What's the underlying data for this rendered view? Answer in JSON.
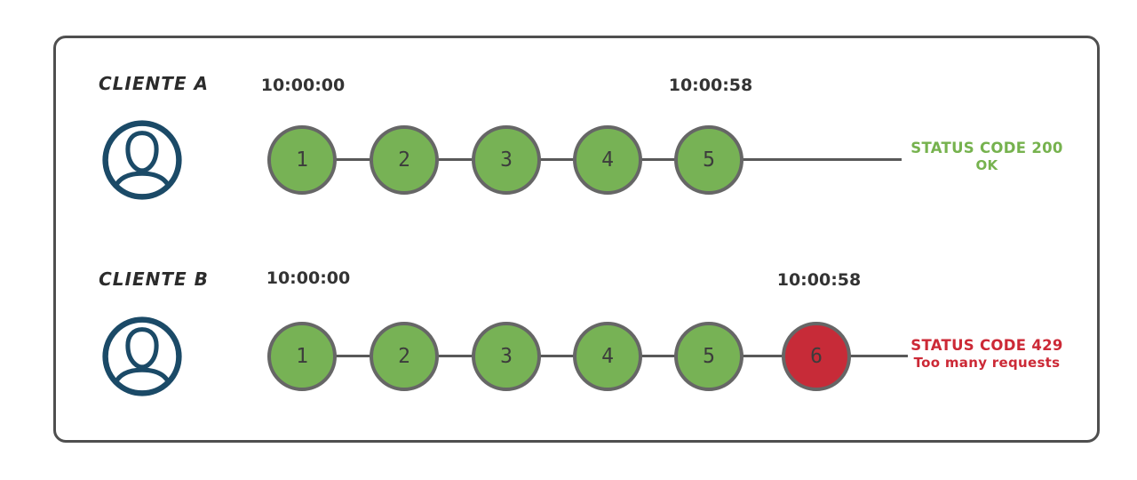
{
  "colors": {
    "success_green": "#77b255",
    "error_red": "#c72b38",
    "avatar_navy": "#1b4a67",
    "line_gray": "#595959",
    "status_green_text": "#76b24e",
    "status_red_text": "#cc2936",
    "text_dark": "#333333"
  },
  "rows": [
    {
      "client_label": "CLIENTE A",
      "start_time": "10:00:00",
      "end_time": "10:00:58",
      "requests": [
        {
          "label": "1",
          "state": "success"
        },
        {
          "label": "2",
          "state": "success"
        },
        {
          "label": "3",
          "state": "success"
        },
        {
          "label": "4",
          "state": "success"
        },
        {
          "label": "5",
          "state": "success"
        }
      ],
      "status_code_line": "STATUS CODE 200",
      "status_text_line": "OK",
      "status_type": "success"
    },
    {
      "client_label": "CLIENTE B",
      "start_time": "10:00:00",
      "end_time": "10:00:58",
      "requests": [
        {
          "label": "1",
          "state": "success"
        },
        {
          "label": "2",
          "state": "success"
        },
        {
          "label": "3",
          "state": "success"
        },
        {
          "label": "4",
          "state": "success"
        },
        {
          "label": "5",
          "state": "success"
        },
        {
          "label": "6",
          "state": "error"
        }
      ],
      "status_code_line": "STATUS CODE 429",
      "status_text_line": "Too many requests",
      "status_type": "error"
    }
  ]
}
